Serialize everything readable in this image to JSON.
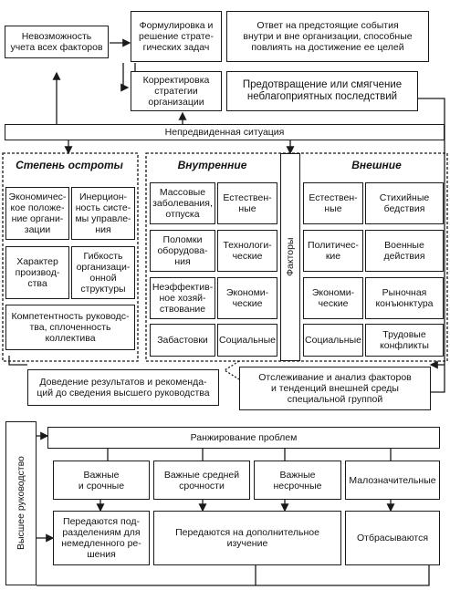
{
  "top": {
    "impossibility": "Невозможность\nучета всех факторов",
    "formulation": "Формулировка и\nрешение страте-\nгических задач",
    "answer": "Ответ на предстоящие события\nвнутри и вне организации, способные\nповлиять на достижение ее целей",
    "correction": "Корректировка\nстратегии\nорганизации",
    "prevention": "Предотвращение или смягчение\nнеблагоприятных последствий"
  },
  "unforeseen": "Непредвиденная ситуация",
  "severity": {
    "title": "Степень остроты",
    "cells": [
      "Экономичес-\nкое положе-\nние органи-\nзации",
      "Инерцион-\nность систе-\nмы управле-\nния",
      "Характер\nпроизвод-\nства",
      "Гибкость\nорганизаци-\nонной\nструктуры",
      "Компетентность руководс-\nтва, сплоченность\nколлектива"
    ]
  },
  "factors": {
    "label": "Факторы",
    "internal_title": "Внутренние",
    "external_title": "Внешние",
    "internal": [
      {
        "example": "Массовые\nзаболевания,\nотпуска",
        "type": "Естествен-\nные"
      },
      {
        "example": "Поломки\nоборудова-\nния",
        "type": "Технологи-\nческие"
      },
      {
        "example": "Неэффектив-\nное хозяй-\nствование",
        "type": "Экономи-\nческие"
      },
      {
        "example": "Забастовки",
        "type": "Социальные"
      }
    ],
    "external": [
      {
        "type": "Естествен-\nные",
        "example": "Стихийные\nбедствия"
      },
      {
        "type": "Политичес-\nкие",
        "example": "Военные\nдействия"
      },
      {
        "type": "Экономи-\nческие",
        "example": "Рыночная\nконъюнктура"
      },
      {
        "type": "Социальные",
        "example": "Трудовые\nконфликты"
      }
    ]
  },
  "reporting": "Доведение результатов и рекоменда-\nций до сведения высшего руководства",
  "monitoring": "Отслеживание и анализ факторов\nи тенденций внешней среды\nспециальной группой",
  "management": "Высшее руководство",
  "ranking": {
    "title": "Ранжирование проблем",
    "categories": [
      "Важные\nи срочные",
      "Важные средней\nсрочности",
      "Важные\nнесрочные",
      "Малозначительные"
    ],
    "actions": [
      "Передаются под-\nразделениям для\nнемедленного ре-\nшения",
      "Передаются на дополнительное\nизучение",
      "Отбрасываются"
    ]
  }
}
